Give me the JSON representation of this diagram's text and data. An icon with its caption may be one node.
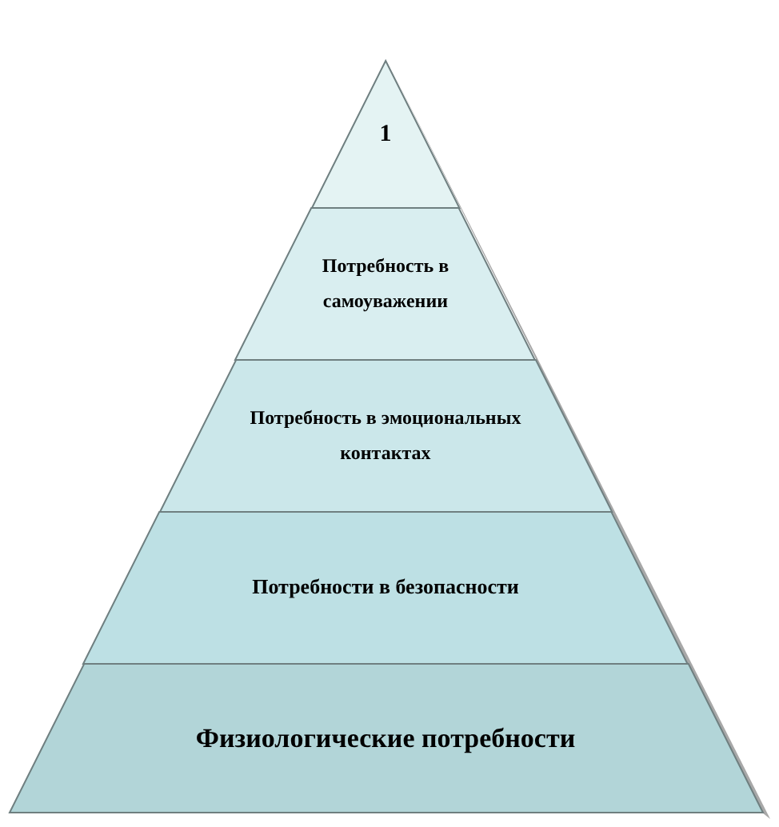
{
  "diagram": {
    "nodes": [
      {
        "text": [
          "1"
        ]
      },
      {
        "text": [
          "Потребность в самоуважении"
        ]
      },
      {
        "text": [
          "Потребность в эмоциональных контактах"
        ]
      },
      {
        "text": [
          "Потребности в безопасности"
        ]
      },
      {
        "text": [
          "Физиологические потребности"
        ]
      }
    ]
  }
}
